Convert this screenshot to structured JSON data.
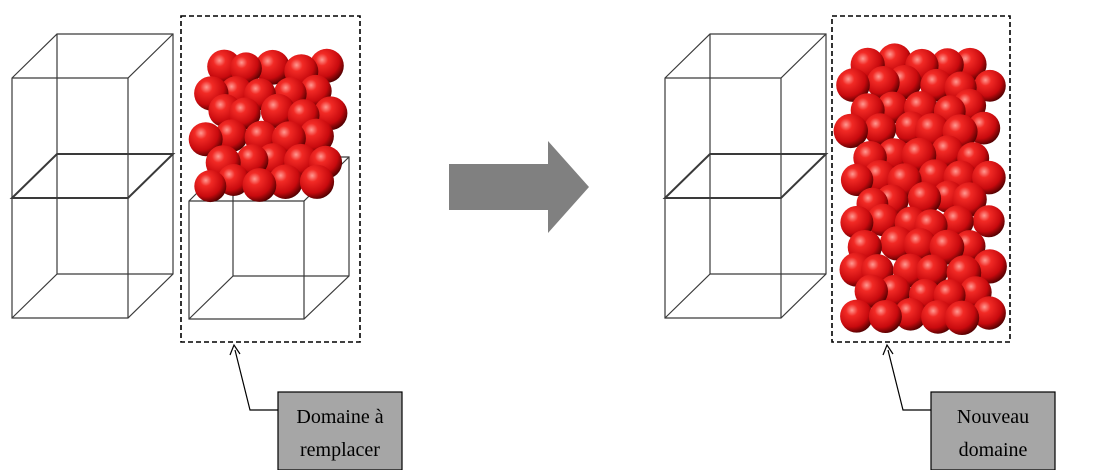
{
  "left_panel": {
    "callout_lines": [
      "Domaine à",
      "remplacer"
    ]
  },
  "right_panel": {
    "callout_lines": [
      "Nouveau",
      "domaine"
    ]
  },
  "colors": {
    "sphere_red": "#e8161a",
    "sphere_highlight": "#ff8c85",
    "sphere_shadow": "#5a0000",
    "callout_fill": "#a6a6a6",
    "arrow_fill": "#808080",
    "wire": "#3a3a3a"
  }
}
